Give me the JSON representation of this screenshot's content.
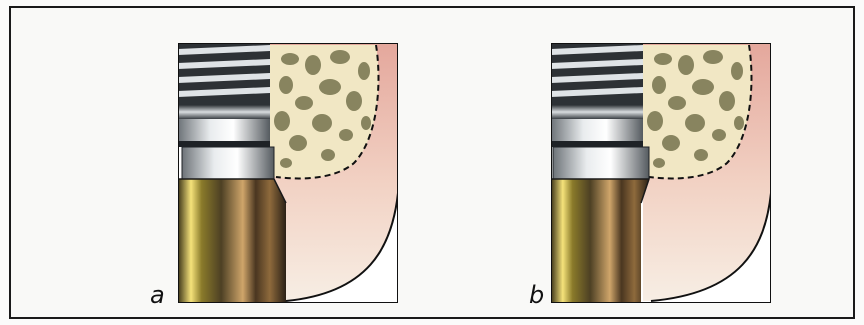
{
  "panels": [
    {
      "id": "a",
      "label": "a"
    },
    {
      "id": "b",
      "label": "b"
    }
  ],
  "colors": {
    "bone_base": "#f1e7c4",
    "bone_pores": "#7d7a55",
    "gingiva_light": "#f6e6de",
    "gingiva_dark": "#e3a499",
    "implant_steel": "#c9cdd0",
    "abutment_gold": "#c9a64a",
    "outline": "#111111"
  },
  "icons": [
    "implant-illustration",
    "bone-tissue",
    "gingiva-tissue"
  ]
}
